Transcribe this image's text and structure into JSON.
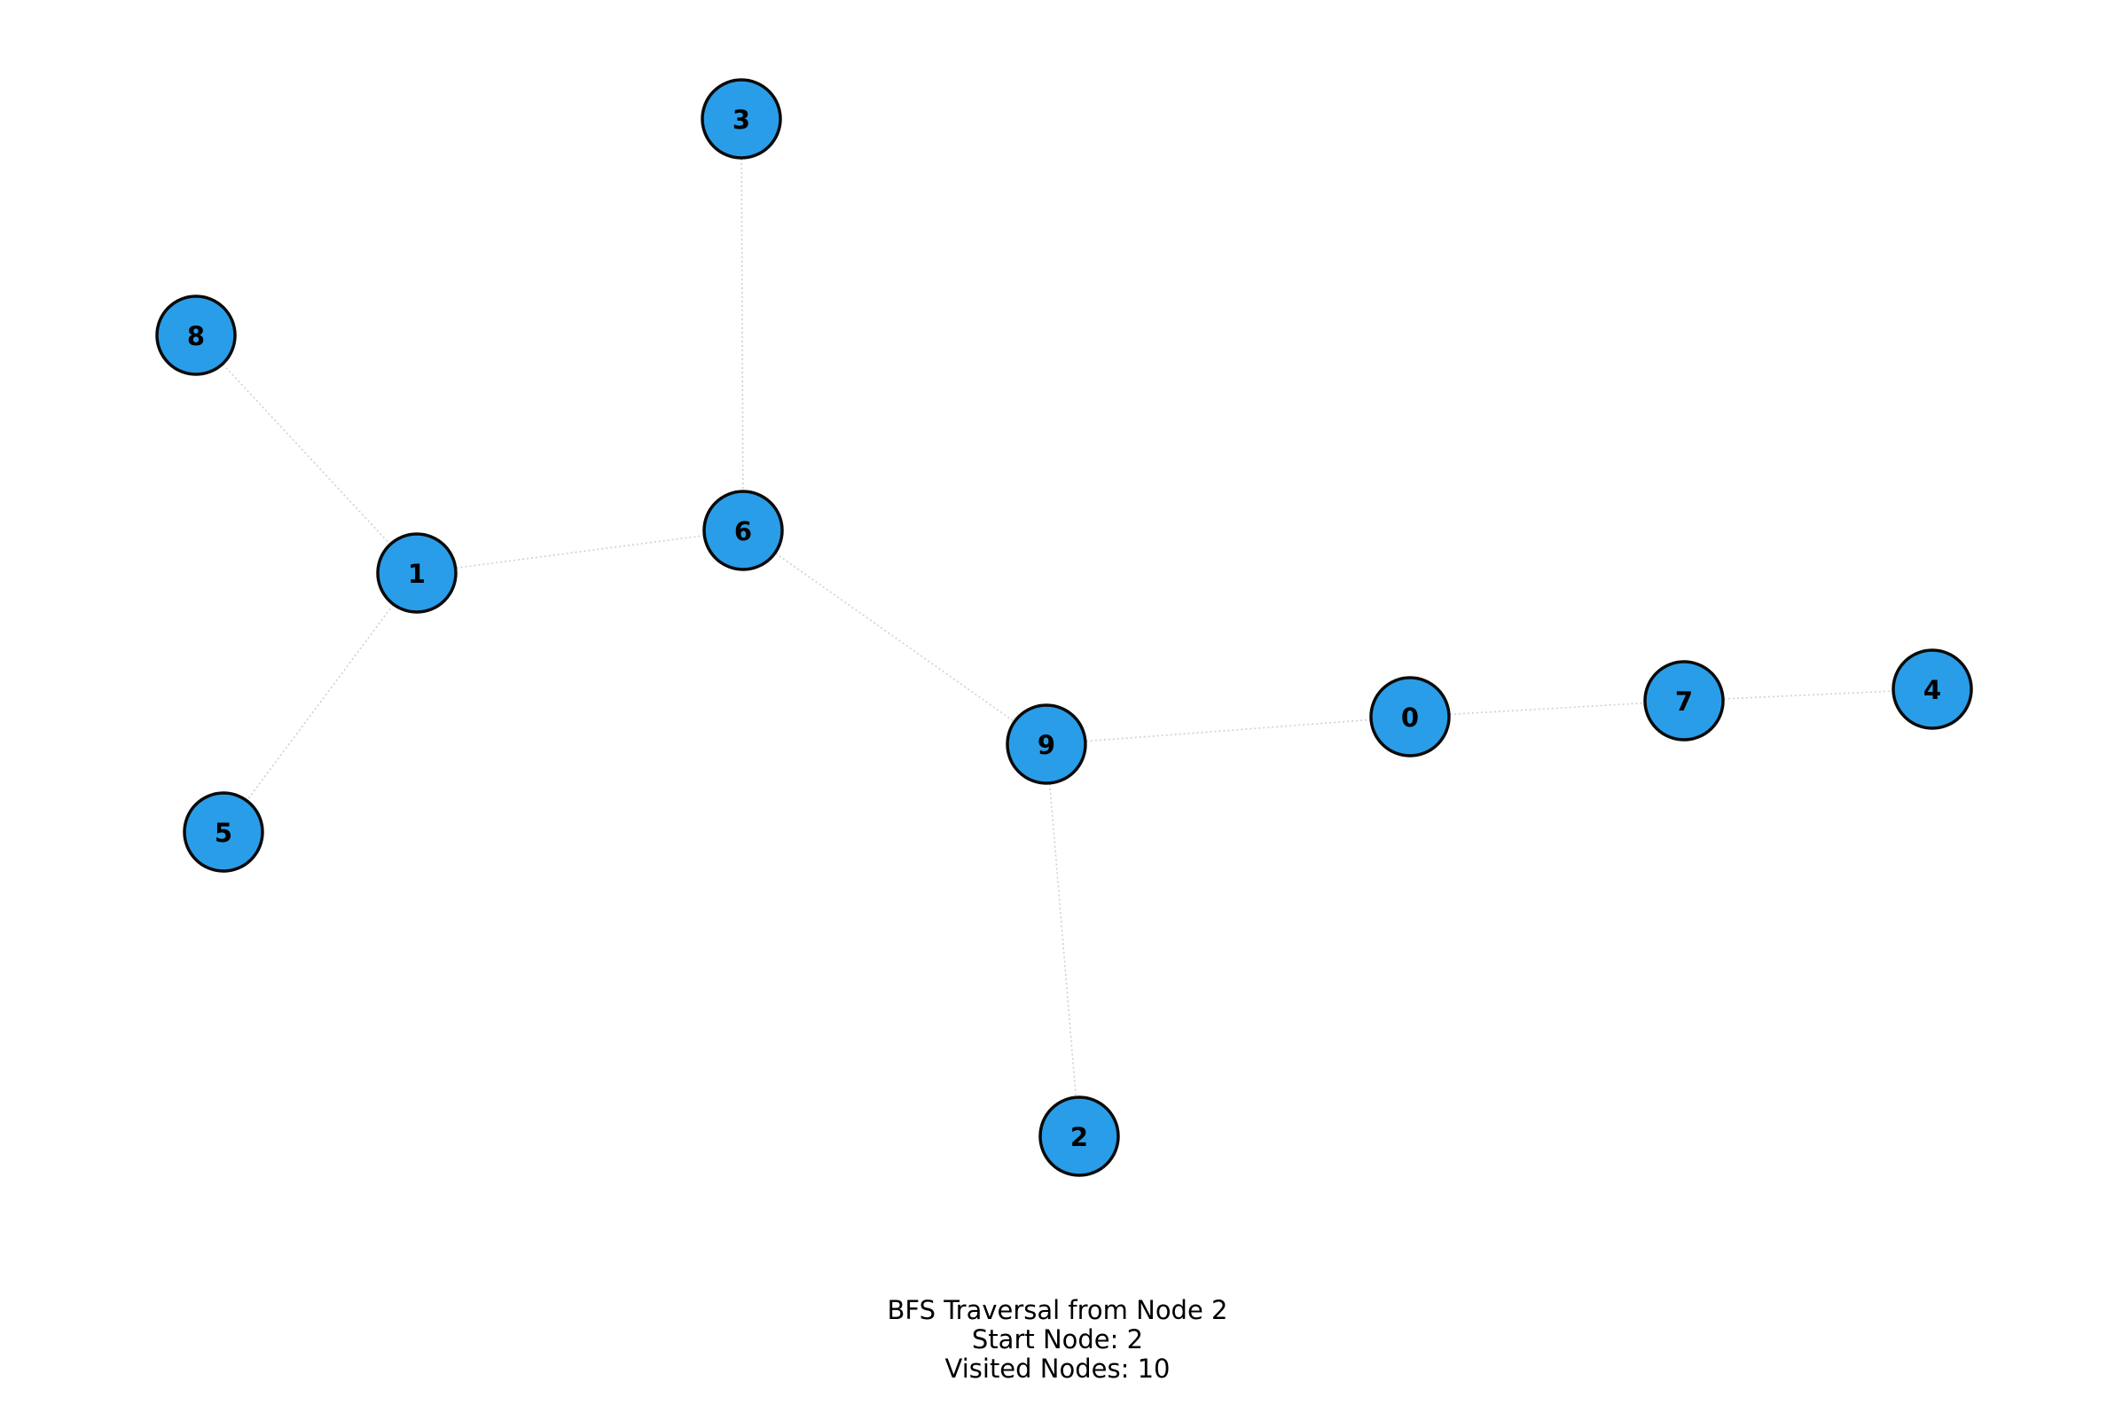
{
  "graph": {
    "node_color": "#2a9de8",
    "edge_color": "#d0d0d0",
    "nodes": [
      "0",
      "1",
      "2",
      "3",
      "4",
      "5",
      "6",
      "7",
      "8",
      "9"
    ],
    "edges": [
      [
        "3",
        "6"
      ],
      [
        "8",
        "1"
      ],
      [
        "1",
        "6"
      ],
      [
        "1",
        "5"
      ],
      [
        "6",
        "9"
      ],
      [
        "9",
        "0"
      ],
      [
        "0",
        "7"
      ],
      [
        "7",
        "4"
      ],
      [
        "9",
        "2"
      ]
    ]
  },
  "caption": {
    "title": "BFS Traversal from Node 2",
    "start_node": "Start Node: 2",
    "visited_nodes": "Visited Nodes: 10"
  }
}
